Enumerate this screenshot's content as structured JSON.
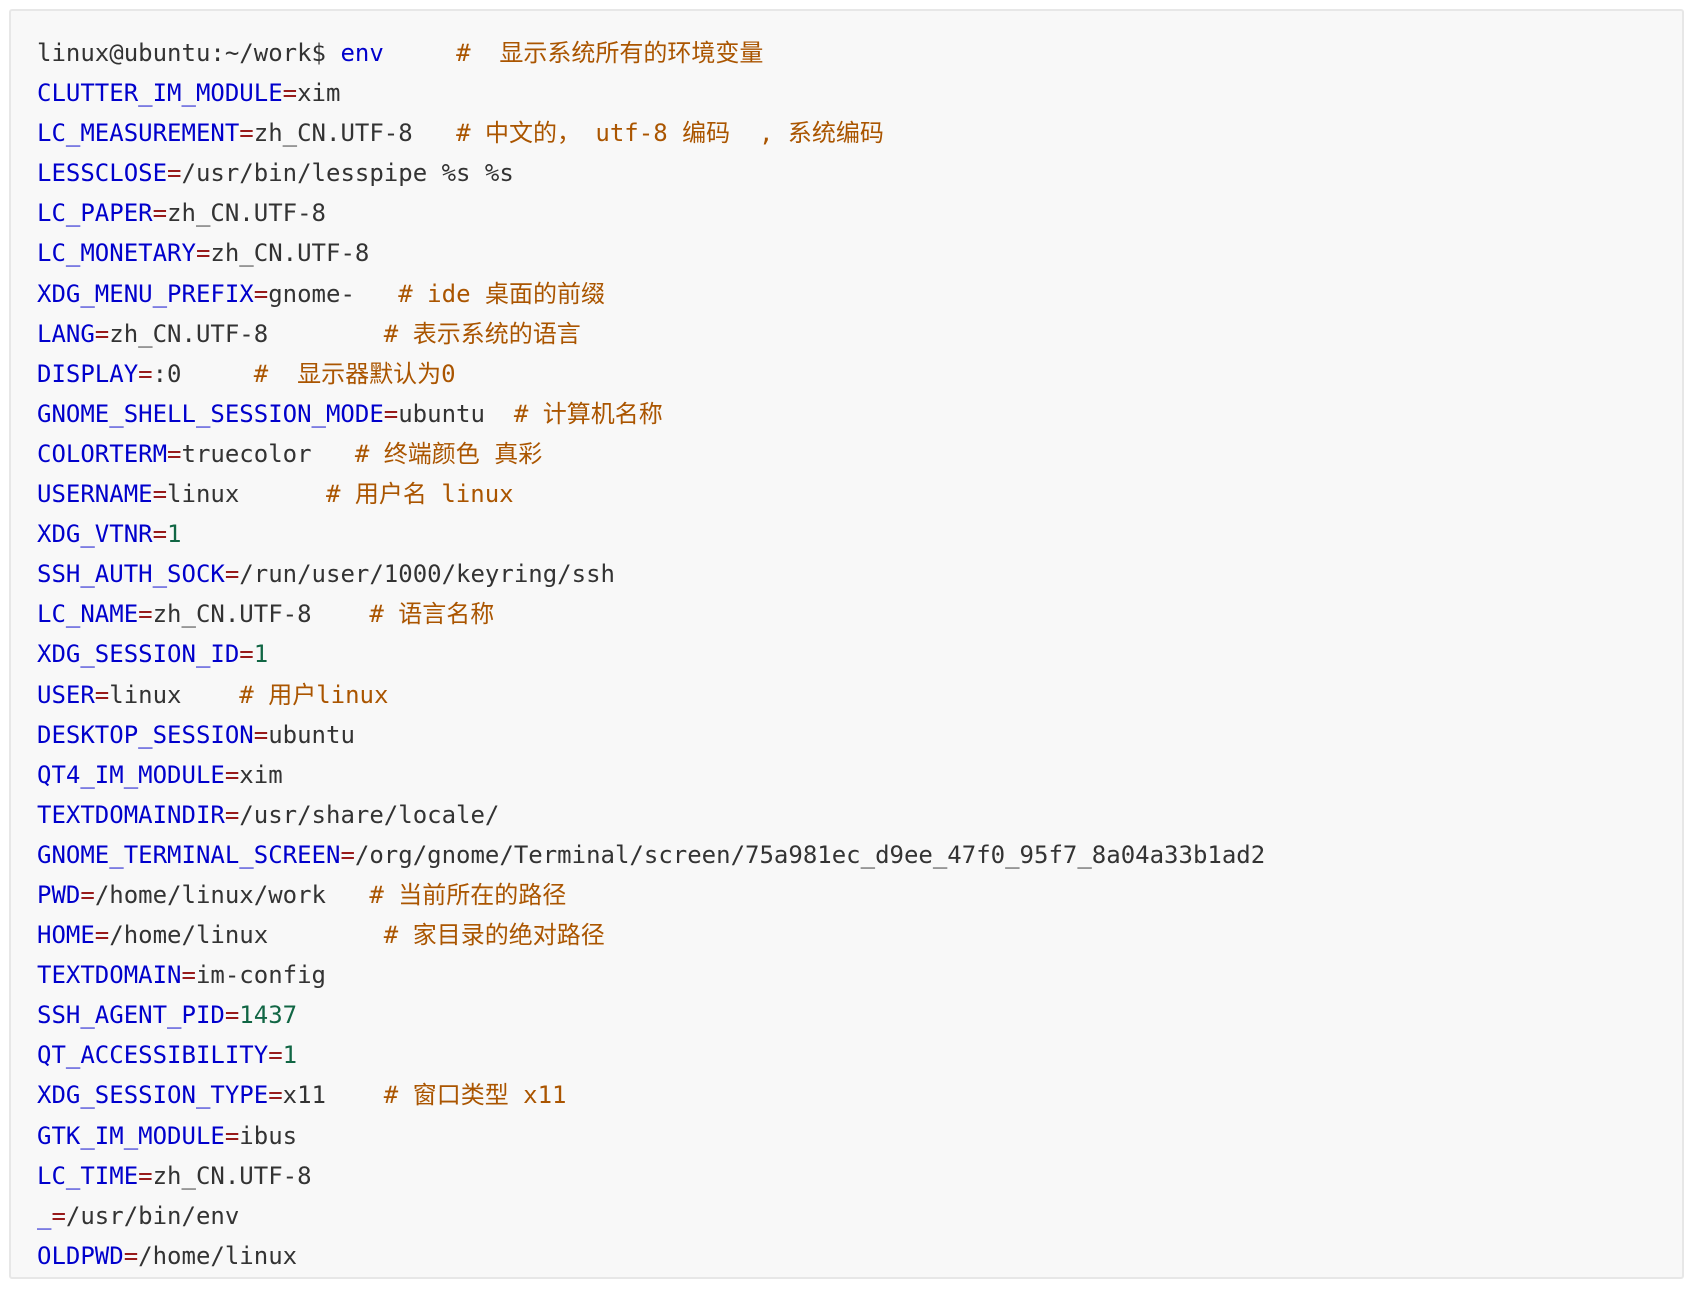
{
  "prompt": {
    "user_host": "linux@ubuntu:~/work",
    "symbol": "$",
    "command": "env",
    "comment": "#  显示系统所有的环境变量"
  },
  "env_lines": [
    {
      "key": "CLUTTER_IM_MODULE",
      "value": "xim",
      "value_kind": "text",
      "comment": ""
    },
    {
      "key": "LC_MEASUREMENT",
      "value": "zh_CN.UTF-8",
      "value_kind": "text",
      "comment": "# 中文的， utf-8 编码  , 系统编码"
    },
    {
      "key": "LESSCLOSE",
      "value": "/usr/bin/lesspipe %s %s",
      "value_kind": "text",
      "comment": ""
    },
    {
      "key": "LC_PAPER",
      "value": "zh_CN.UTF-8",
      "value_kind": "text",
      "comment": ""
    },
    {
      "key": "LC_MONETARY",
      "value": "zh_CN.UTF-8",
      "value_kind": "text",
      "comment": ""
    },
    {
      "key": "XDG_MENU_PREFIX",
      "value": "gnome-",
      "value_kind": "text",
      "comment": "# ide 桌面的前缀"
    },
    {
      "key": "LANG",
      "value": "zh_CN.UTF-8",
      "value_kind": "text",
      "comment": "# 表示系统的语言"
    },
    {
      "key": "DISPLAY",
      "value": ":0",
      "value_kind": "text",
      "comment": "#  显示器默认为0"
    },
    {
      "key": "GNOME_SHELL_SESSION_MODE",
      "value": "ubuntu",
      "value_kind": "text",
      "comment": "# 计算机名称"
    },
    {
      "key": "COLORTERM",
      "value": "truecolor",
      "value_kind": "text",
      "comment": "# 终端颜色 真彩"
    },
    {
      "key": "USERNAME",
      "value": "linux",
      "value_kind": "text",
      "comment": "# 用户名 linux"
    },
    {
      "key": "XDG_VTNR",
      "value": "1",
      "value_kind": "number",
      "comment": ""
    },
    {
      "key": "SSH_AUTH_SOCK",
      "value": "/run/user/1000/keyring/ssh",
      "value_kind": "text",
      "comment": ""
    },
    {
      "key": "LC_NAME",
      "value": "zh_CN.UTF-8",
      "value_kind": "text",
      "comment": "# 语言名称"
    },
    {
      "key": "XDG_SESSION_ID",
      "value": "1",
      "value_kind": "number",
      "comment": ""
    },
    {
      "key": "USER",
      "value": "linux",
      "value_kind": "text",
      "comment": "# 用户linux"
    },
    {
      "key": "DESKTOP_SESSION",
      "value": "ubuntu",
      "value_kind": "text",
      "comment": ""
    },
    {
      "key": "QT4_IM_MODULE",
      "value": "xim",
      "value_kind": "text",
      "comment": ""
    },
    {
      "key": "TEXTDOMAINDIR",
      "value": "/usr/share/locale/",
      "value_kind": "text",
      "comment": ""
    },
    {
      "key": "GNOME_TERMINAL_SCREEN",
      "value": "/org/gnome/Terminal/screen/75a981ec_d9ee_47f0_95f7_8a04a33b1ad2",
      "value_kind": "text",
      "comment": ""
    },
    {
      "key": "PWD",
      "value": "/home/linux/work",
      "value_kind": "text",
      "comment": "# 当前所在的路径"
    },
    {
      "key": "HOME",
      "value": "/home/linux",
      "value_kind": "text",
      "comment": "# 家目录的绝对路径"
    },
    {
      "key": "TEXTDOMAIN",
      "value": "im-config",
      "value_kind": "text",
      "comment": ""
    },
    {
      "key": "SSH_AGENT_PID",
      "value": "1437",
      "value_kind": "number",
      "comment": ""
    },
    {
      "key": "QT_ACCESSIBILITY",
      "value": "1",
      "value_kind": "number",
      "comment": ""
    },
    {
      "key": "XDG_SESSION_TYPE",
      "value": "x11",
      "value_kind": "text",
      "comment": "# 窗口类型 x11"
    },
    {
      "key": "GTK_IM_MODULE",
      "value": "ibus",
      "value_kind": "text",
      "comment": ""
    },
    {
      "key": "LC_TIME",
      "value": "zh_CN.UTF-8",
      "value_kind": "text",
      "comment": ""
    },
    {
      "key": "_",
      "value": "/usr/bin/env",
      "value_kind": "text",
      "comment": ""
    },
    {
      "key": "OLDPWD",
      "value": "/home/linux",
      "value_kind": "text",
      "comment": ""
    }
  ],
  "colors": {
    "background": "#f8f8f8",
    "border": "#e7e7e7",
    "key": "#0000cc",
    "equals": "#981a1a",
    "value": "#333333",
    "number": "#116644",
    "comment": "#aa5500"
  }
}
